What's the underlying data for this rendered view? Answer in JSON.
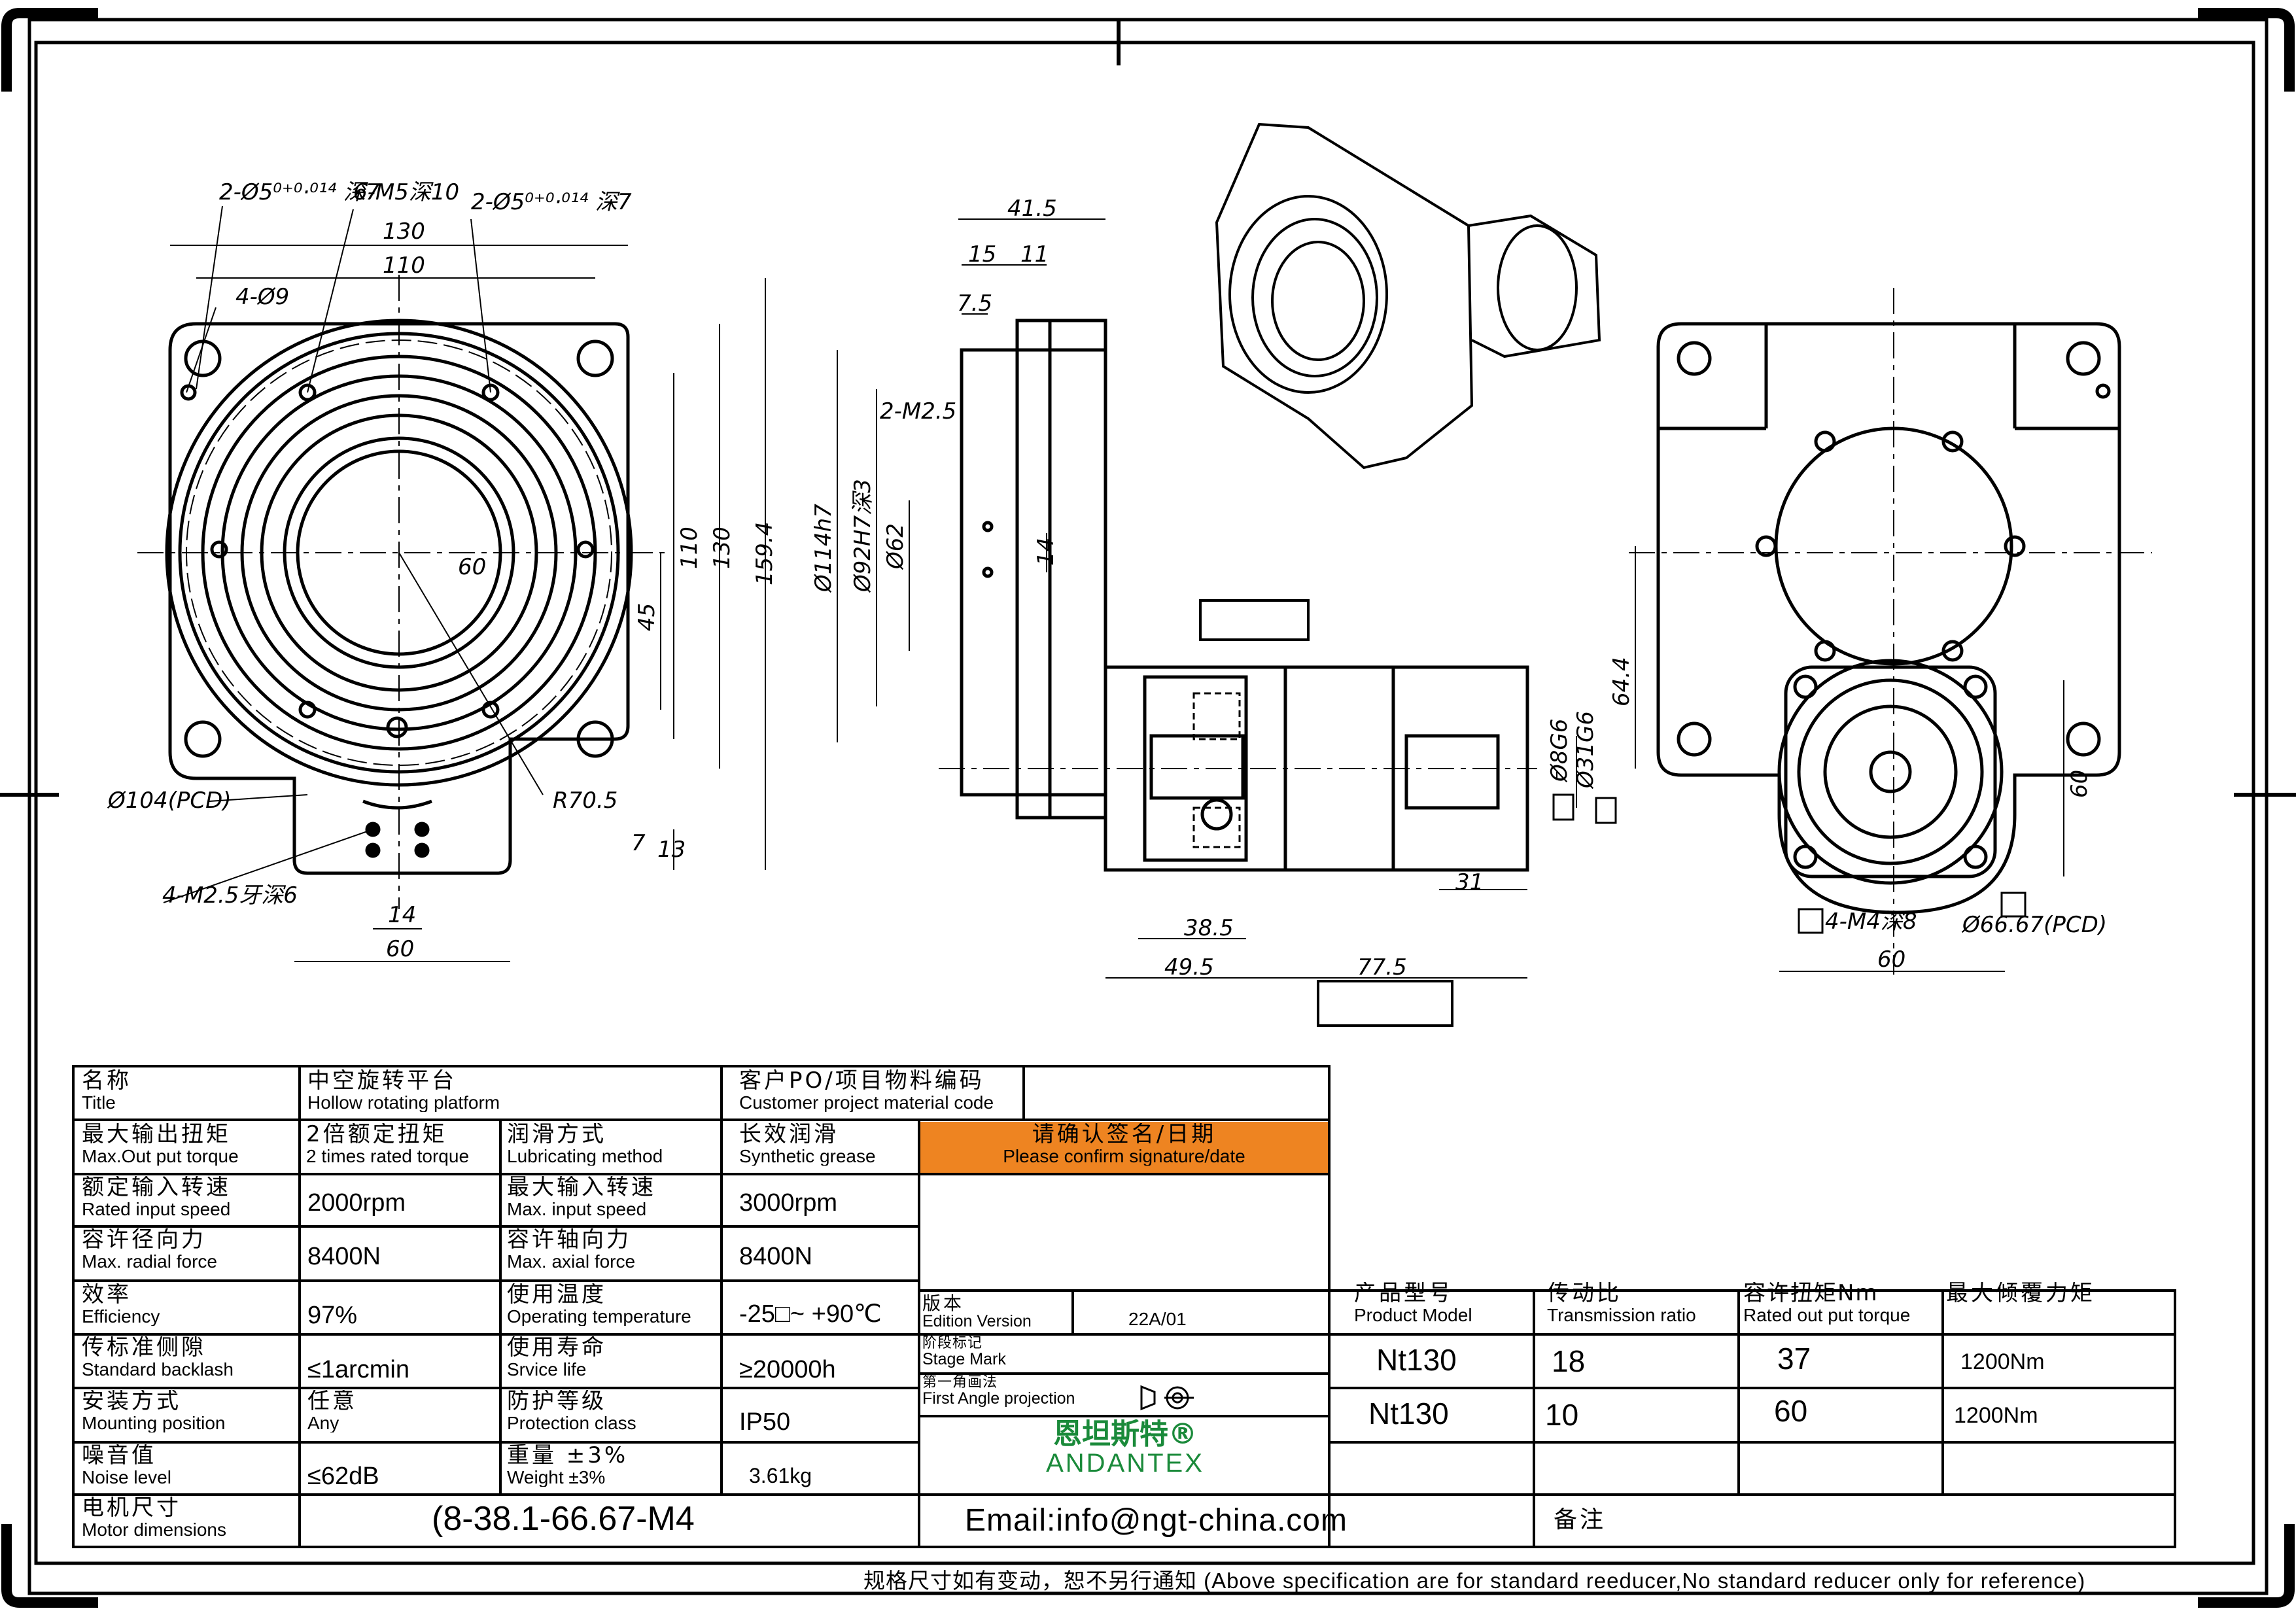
{
  "dims": {
    "front": {
      "d130t": "130",
      "d110t": "110",
      "h130": "130",
      "h110": "110",
      "h159": "159.4",
      "h45": "45",
      "r60": "60",
      "pcd": "Ø104(PCD)",
      "r705": "R70.5",
      "w14": "14",
      "w60": "60",
      "v7": "7",
      "v13": "13",
      "note1": "2-Ø5⁰⁺⁰·⁰¹⁴ 深7",
      "note2": "6-M5深10",
      "note3": "2-Ø5⁰⁺⁰·⁰¹⁴ 深7",
      "note4": "4-Ø9",
      "note5": "4-M2.5牙深6"
    },
    "side": {
      "d415": "41.5",
      "d15": "15",
      "d11": "11",
      "d75": "7.5",
      "m25": "2-M2.5",
      "d114": "Ø114h7",
      "d92": "Ø92H7深3",
      "d62": "Ø62",
      "d14": "14",
      "d8": "Ø8G6",
      "d31": "Ø31G6",
      "d31b": "31",
      "d385": "38.5",
      "d495": "49.5",
      "d775": "77.5"
    },
    "right": {
      "d644": "64.4",
      "d60v": "60",
      "d60h": "60",
      "m4": "4-M4深8",
      "pcd": "Ø66.67(PCD)"
    }
  },
  "table": {
    "title_zh": "名称",
    "title_en": "Title",
    "title_val_zh": "中空旋转平台",
    "title_val_en": "Hollow rotating platform",
    "po_zh": "客户PO/项目物料编码",
    "po_en": "Customer project material code",
    "maxtorque_zh": "最大输出扭矩",
    "maxtorque_en": "Max.Out put torque",
    "maxtorque_val_zh": "2倍额定扭矩",
    "maxtorque_val_en": "2 times rated torque",
    "lub_zh": "润滑方式",
    "lub_en": "Lubricating method",
    "lub_val_zh": "长效润滑",
    "lub_val_en": "Synthetic grease",
    "confirm_zh": "请确认签名/日期",
    "confirm_en": "Please confirm signature/date",
    "ris_zh": "额定输入转速",
    "ris_en": "Rated input speed",
    "ris_val": "2000rpm",
    "mis_zh": "最大输入转速",
    "mis_en": "Max. input speed",
    "mis_val": "3000rpm",
    "mrf_zh": "容许径向力",
    "mrf_en": "Max. radial force",
    "mrf_val": "8400N",
    "maf_zh": "容许轴向力",
    "maf_en": "Max. axial force",
    "maf_val": "8400N",
    "eff_zh": "效率",
    "eff_en": "Efficiency",
    "eff_val": "97%",
    "temp_zh": "使用温度",
    "temp_en": "Operating temperature",
    "temp_val": "-25□~ +90℃",
    "bl_zh": "传标准侧隙",
    "bl_en": "Standard backlash",
    "bl_val": "≤1arcmin",
    "life_zh": "使用寿命",
    "life_en": "Srvice life",
    "life_val": "≥20000h",
    "mount_zh": "安装方式",
    "mount_en": "Mounting position",
    "mount_val_zh": "任意",
    "mount_val_en": "Any",
    "prot_zh": "防护等级",
    "prot_en": "Protection class",
    "prot_val": "IP50",
    "noise_zh": "噪音值",
    "noise_en": "Noise level",
    "noise_val": "≤62dB",
    "weight_zh": "重量 ±3%",
    "weight_en": "Weight ±3%",
    "weight_val": "3.61kg",
    "motor_zh": "电机尺寸",
    "motor_en": "Motor dimensions",
    "motor_val": "(8-38.1-66.67-M4",
    "ver_zh": "版本",
    "ver_en": "Edition Version",
    "ver_val": "22A/01",
    "stage_zh": "阶段标记",
    "stage_en": "Stage Mark",
    "proj_zh": "第一角画法",
    "proj_en": "First Angle projection",
    "brand_zh": "恩坦斯特®",
    "brand_en": "ANDANTEX",
    "email": "Email:info@ngt-china.com",
    "remark": "备注",
    "pm_zh": "产品型号",
    "pm_en": "Product Model",
    "tr_zh": "传动比",
    "tr_en": "Transmission ratio",
    "rt_zh": "容许扭矩Nm",
    "rt_en": "Rated out put torque",
    "mt_zh": "最大倾覆力矩",
    "rows": [
      {
        "model": "Nt130",
        "ratio": "18",
        "torque": "37",
        "moment": "1200Nm"
      },
      {
        "model": "Nt130",
        "ratio": "10",
        "torque": "60",
        "moment": "1200Nm"
      }
    ]
  },
  "footer": "规格尺寸如有变动，恕不另行通知   (Above specification are for standard reeducer,No standard reducer only for reference)",
  "colors": {
    "confirm_bg": "#ee8421",
    "brand": "#1a8a3a"
  }
}
